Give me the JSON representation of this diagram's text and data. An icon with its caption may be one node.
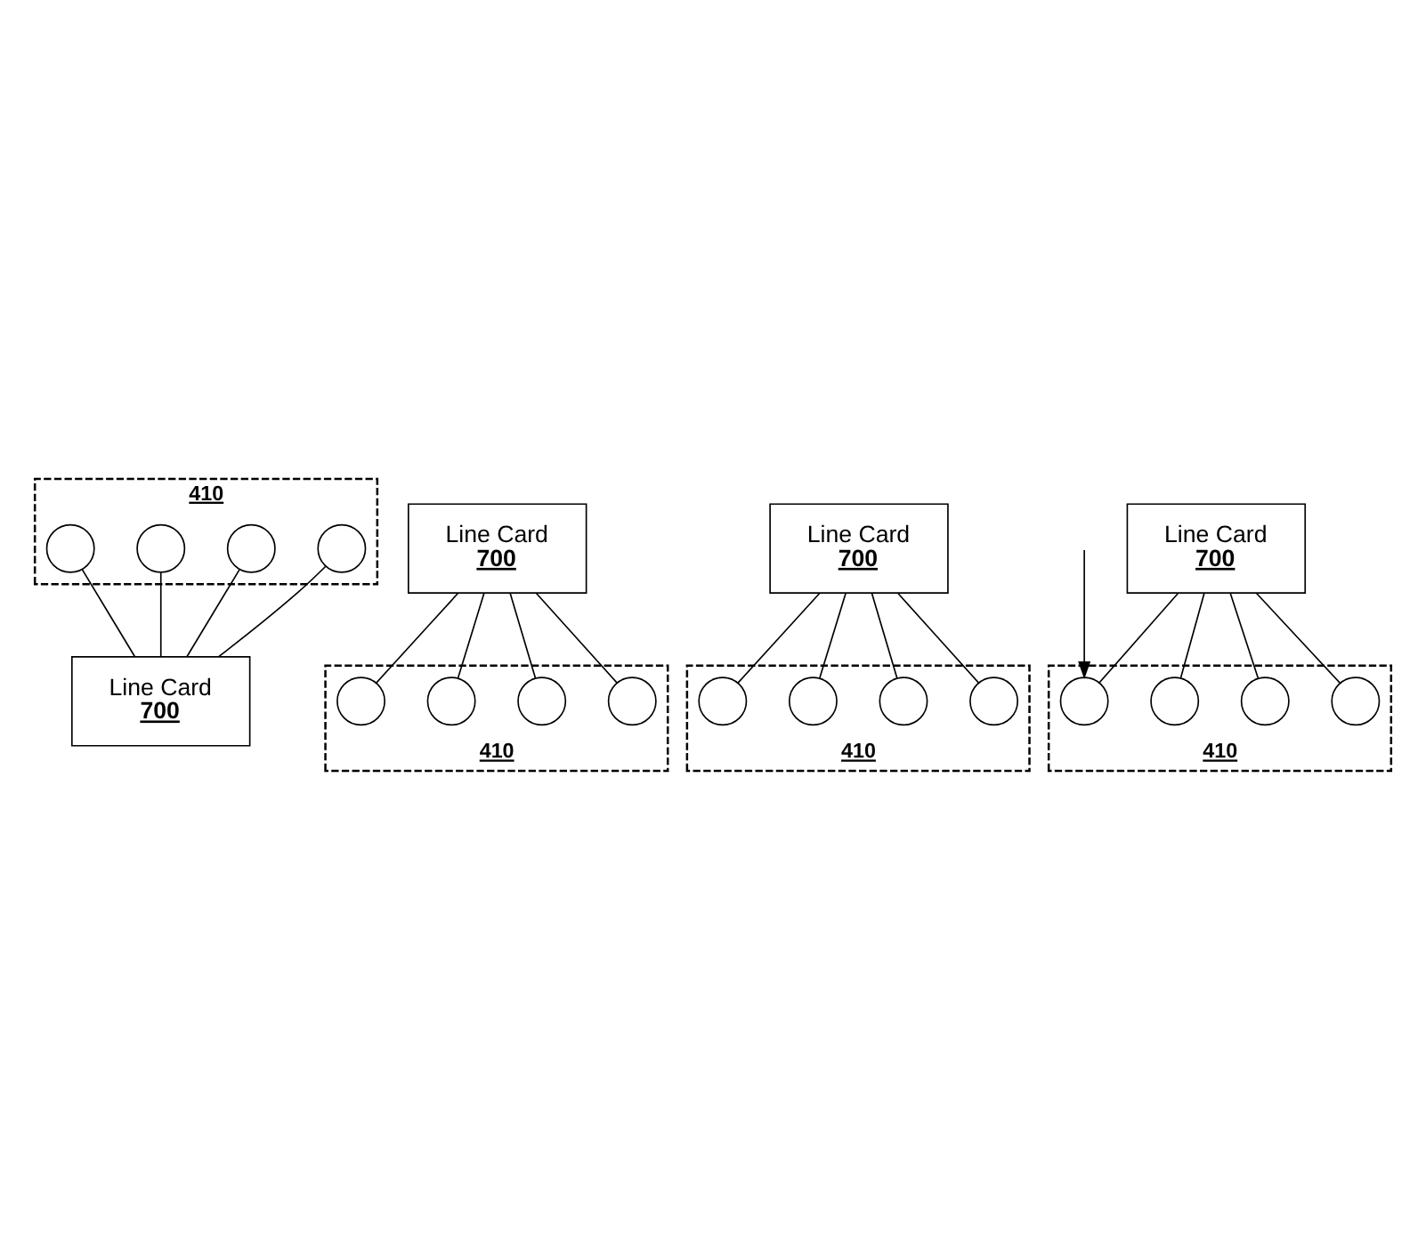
{
  "diagram": {
    "nodes": [
      {
        "text": [
          "410"
        ]
      },
      {
        "text": [],
        "shape": "circle",
        "in": 0
      },
      {
        "text": [],
        "shape": "circle",
        "in": 0
      },
      {
        "text": [],
        "shape": "circle",
        "in": 0
      },
      {
        "text": [],
        "shape": "circle",
        "in": 0
      },
      {
        "text": [
          "410"
        ]
      },
      {
        "text": [],
        "shape": "circle",
        "in": 5
      },
      {
        "text": [],
        "shape": "circle",
        "in": 5
      },
      {
        "text": [],
        "shape": "circle",
        "in": 5
      },
      {
        "text": [],
        "shape": "circle",
        "in": 5
      },
      {
        "text": [
          "410"
        ]
      },
      {
        "text": [],
        "shape": "circle",
        "in": 10
      },
      {
        "text": [],
        "shape": "circle",
        "in": 10
      },
      {
        "text": [],
        "shape": "circle",
        "in": 10
      },
      {
        "text": [],
        "shape": "circle",
        "in": 10
      },
      {
        "text": [
          "410"
        ]
      },
      {
        "text": [],
        "shape": "circle",
        "in": 15
      },
      {
        "text": [],
        "shape": "circle",
        "in": 15
      },
      {
        "text": [],
        "shape": "circle",
        "in": 15
      },
      {
        "text": [],
        "shape": "circle",
        "in": 15
      },
      {
        "text": [
          "Line Card",
          "700"
        ]
      },
      {
        "text": [
          "Line Card",
          "700"
        ]
      },
      {
        "text": [
          "Line Card",
          "700"
        ]
      },
      {
        "text": [
          "Line Card",
          "700"
        ]
      }
    ],
    "edges": [
      {
        "from": 1,
        "to": 20,
        "arrow": "none"
      },
      {
        "from": 2,
        "to": 20,
        "arrow": "none"
      },
      {
        "from": 3,
        "to": 20,
        "arrow": "none"
      },
      {
        "from": 4,
        "to": 20,
        "arrow": "none"
      },
      {
        "from": 21,
        "to": 6,
        "arrow": "none"
      },
      {
        "from": 21,
        "to": 7,
        "arrow": "none"
      },
      {
        "from": 21,
        "to": 8,
        "arrow": "none"
      },
      {
        "from": 21,
        "to": 9,
        "arrow": "none"
      },
      {
        "from": 22,
        "to": 11,
        "arrow": "none"
      },
      {
        "from": 22,
        "to": 12,
        "arrow": "none"
      },
      {
        "from": 22,
        "to": 13,
        "arrow": "none"
      },
      {
        "from": 22,
        "to": 14,
        "arrow": "none"
      },
      {
        "from": 23,
        "to": 16,
        "arrow": "none"
      },
      {
        "from": 23,
        "to": 17,
        "arrow": "none"
      },
      {
        "from": 23,
        "to": 18,
        "arrow": "none"
      },
      {
        "from": 23,
        "to": 19,
        "arrow": "none"
      },
      {
        "from": null,
        "to": 16,
        "arrow": "to"
      }
    ]
  }
}
